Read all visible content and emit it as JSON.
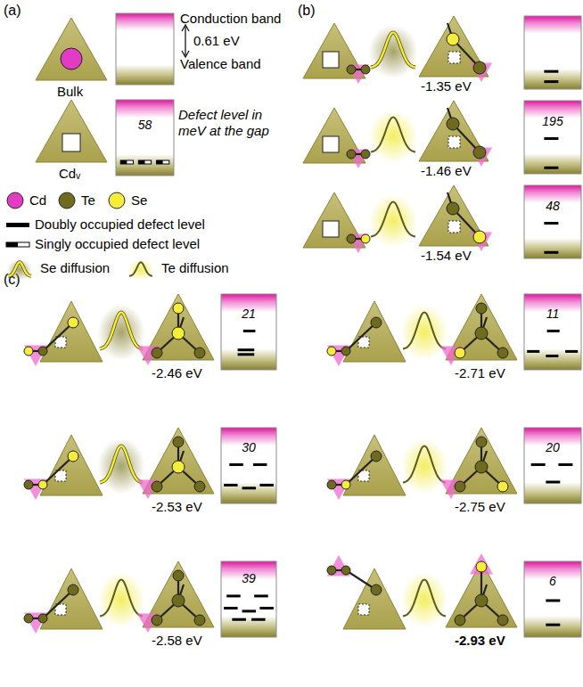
{
  "diagram": {
    "nodes": [
      {
        "text": [
          "58"
        ]
      },
      {
        "text": [
          "195"
        ]
      },
      {
        "text": [
          "48"
        ]
      },
      {
        "text": [
          "21"
        ]
      },
      {
        "text": [
          "11"
        ]
      },
      {
        "text": [
          "30"
        ]
      },
      {
        "text": [
          "20"
        ]
      },
      {
        "text": [
          "39"
        ]
      },
      {
        "text": [
          "6"
        ]
      }
    ],
    "labels": [
      "(a)",
      "Conduction band",
      "0.61 eV",
      "Valence band",
      "Bulk",
      "Cdᵥ",
      "Defect level in meV at the gap",
      "(b)",
      "-1.35 eV",
      "-1.46 eV",
      "-1.54 eV",
      "(c)",
      "-2.46 eV",
      "-2.71 eV",
      "-2.53 eV",
      "-2.75 eV",
      "-2.58 eV",
      "-2.93 eV"
    ],
    "legend": [
      {
        "text": "Cd",
        "color": "#e23cc4"
      },
      {
        "text": "Te",
        "color": "#6e6a1e"
      },
      {
        "text": "Se",
        "color": "#f4ee3a"
      },
      {
        "text": "Doubly occupied defect level"
      },
      {
        "text": "Singly occupied defect level"
      },
      {
        "text": "Se diffusion"
      },
      {
        "text": "Te diffusion"
      }
    ]
  }
}
